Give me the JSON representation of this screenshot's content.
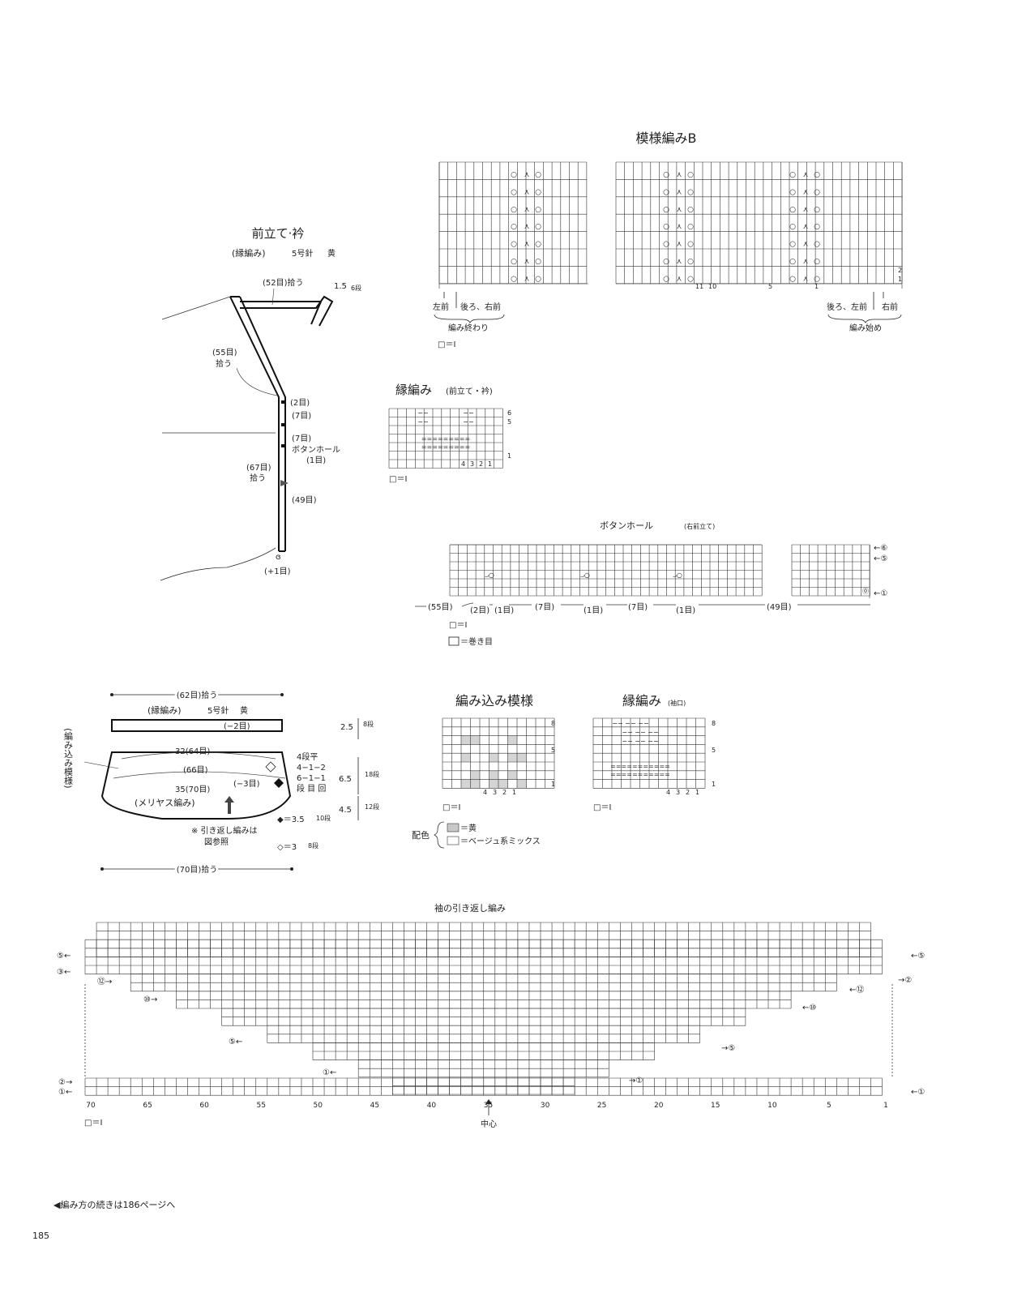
{
  "patternB": {
    "title": "模様編みB",
    "row_nums": [
      "2",
      "1"
    ],
    "col_nums": [
      "11",
      "10",
      "5",
      "1"
    ],
    "left_labels": [
      "左前",
      "後ろ、右前"
    ],
    "right_labels": [
      "後ろ、左前",
      "右前"
    ],
    "end_label": "編み終わり",
    "start_label": "編み始め",
    "legend": "□＝Ⅰ"
  },
  "front_band": {
    "title": "前立て·衿",
    "subtitle": "(縁編み)",
    "needle": "5号針",
    "color": "黄",
    "collar_pick": "(52目)拾う",
    "height": "1.5",
    "height_rows": "6段",
    "neck_pick": "(55目)",
    "neck_pick2": "拾う",
    "front_pick": "(67目)",
    "front_pick2": "拾う",
    "s_2": "(2目)",
    "s_7a": "(7目)",
    "s_7b": "(7目)",
    "buttonhole": "ボタンホール",
    "bh_1": "(1目)",
    "s_49": "(49目)",
    "plus1": "(+1目)"
  },
  "edge_chart": {
    "title": "縁編み",
    "note": "(前立て・衿)",
    "rows": [
      "6",
      "5",
      "1"
    ],
    "cols": [
      "4",
      "3",
      "2",
      "1"
    ],
    "legend": "□＝Ⅰ"
  },
  "buttonhole_chart": {
    "title": "ボタンホール",
    "note": "(右前立て)",
    "markers": [
      "←⑥",
      "←⑤",
      "←①"
    ],
    "segments": [
      "(55目)",
      "(2目)",
      "(1目)",
      "(7目)",
      "(1目)",
      "(7目)",
      "(1目)",
      "(49目)"
    ],
    "legend1": "□＝Ⅰ",
    "legend2": "＝巻き目"
  },
  "cuff": {
    "pick_top": "(62目)拾う",
    "band": "(縁編み)",
    "needle": "5号針",
    "color": "黄",
    "minus2": "(−2目)",
    "w32": "32(64目)",
    "w66": "(66目)",
    "w35": "35(70目)",
    "minus3": "(−3目)",
    "stockinette": "(メリヤス編み)",
    "side_label": "(編み込み模様)",
    "note1": "※ 引き返し編みは",
    "note2": "図参照",
    "pick_bottom": "(70目)拾う",
    "dec": [
      "4段平",
      "4−1−2",
      "6−1−1",
      "段 目 回"
    ],
    "h1": "2.5",
    "h1r": "8段",
    "h2": "6.5",
    "h2r": "18段",
    "h3": "4.5",
    "h3r": "12段",
    "h4": "◆＝3.5",
    "h4r": "10段",
    "h5": "◇＝3",
    "h5r": "8段"
  },
  "fairisle": {
    "title": "編み込み模様",
    "rows": [
      "8",
      "5",
      "1"
    ],
    "cols": [
      "4",
      "3",
      "2",
      "1"
    ],
    "legend": "□＝Ⅰ",
    "color_label": "配色",
    "c1": "＝黄",
    "c2": "＝ベージュ系ミックス",
    "c1_hex": "#d4d4d4"
  },
  "sleeve_edge": {
    "title": "縁編み",
    "note": "(袖口)",
    "rows": [
      "8",
      "5",
      "1"
    ],
    "cols": [
      "4",
      "3",
      "2",
      "1"
    ],
    "legend": "□＝Ⅰ"
  },
  "short_rows": {
    "title": "袖の引き返し編み",
    "left_markers": [
      "⑤←",
      "③←",
      "⑫→",
      "⑩→",
      "⑤←",
      "①←",
      "②→",
      "①←"
    ],
    "right_markers": [
      "←⑤",
      "→②",
      "←⑫",
      "←⑩",
      "→⑤",
      "→①",
      "←①"
    ],
    "col_nums": [
      "70",
      "65",
      "60",
      "55",
      "50",
      "45",
      "40",
      "35",
      "30",
      "25",
      "20",
      "15",
      "10",
      "5",
      "1"
    ],
    "center": "中心",
    "legend": "□＝Ⅰ"
  },
  "footer": {
    "continue": "◀編み方の続きは186ページへ",
    "page": "185"
  }
}
